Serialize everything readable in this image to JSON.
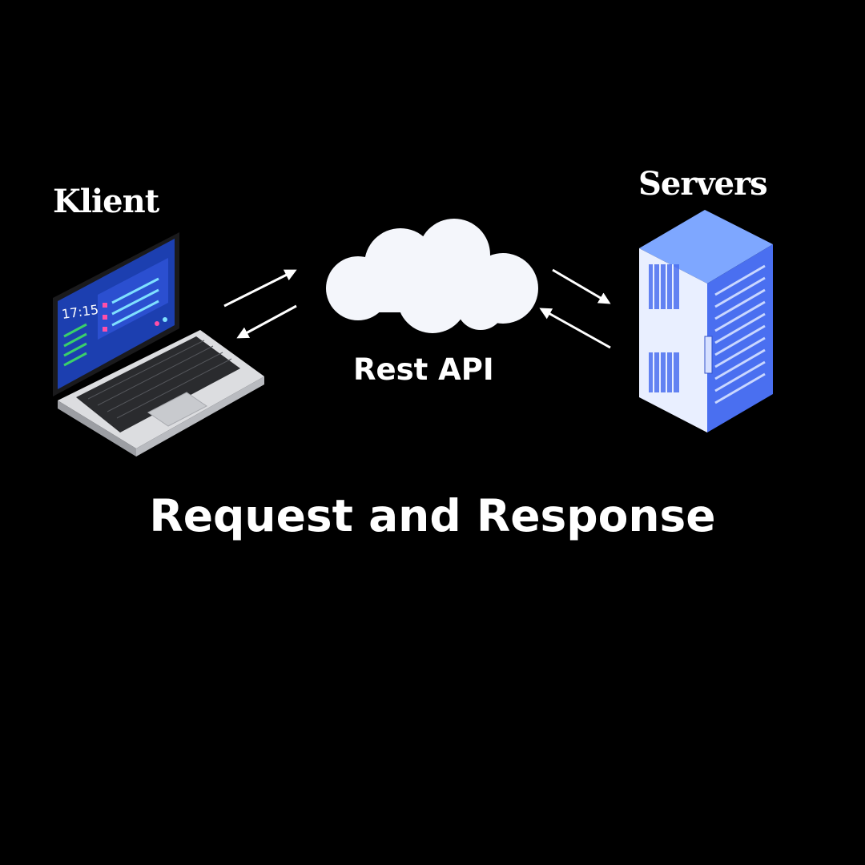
{
  "labels": {
    "client": "Klient",
    "servers": "Servers",
    "api": "Rest API",
    "caption": "Request and Response"
  },
  "laptop_screen": {
    "clock": "17:15"
  },
  "icons": [
    "laptop-icon",
    "cloud-icon",
    "server-rack-icon",
    "arrow-icon"
  ],
  "colors": {
    "background": "#000000",
    "text": "#ffffff",
    "laptop_screen": "#1c3fb0",
    "server_body": "#e9efff",
    "server_side": "#4a6ff0",
    "cloud": "#f4f6fb"
  }
}
